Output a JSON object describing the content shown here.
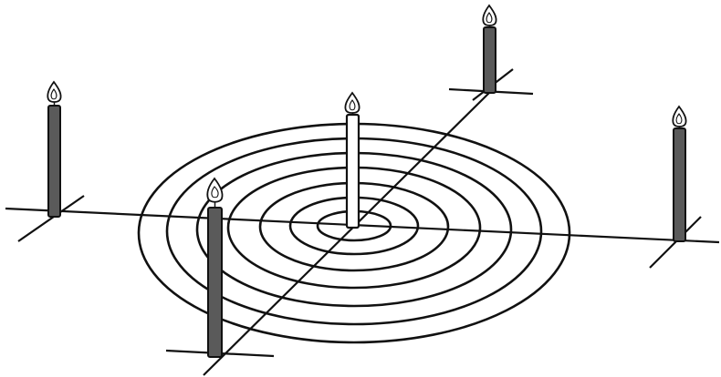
{
  "figure": {
    "background_color": "#ffffff",
    "line_color": "#111111",
    "rings": {
      "count": 7
    },
    "candles": [
      {
        "id": "center",
        "shade": "light",
        "color": "#ffffff"
      },
      {
        "id": "left",
        "shade": "dark",
        "color": "#5a5a5a"
      },
      {
        "id": "back-right",
        "shade": "dark",
        "color": "#5a5a5a"
      },
      {
        "id": "right",
        "shade": "dark",
        "color": "#5a5a5a"
      },
      {
        "id": "front-left",
        "shade": "dark",
        "color": "#5a5a5a"
      }
    ]
  }
}
